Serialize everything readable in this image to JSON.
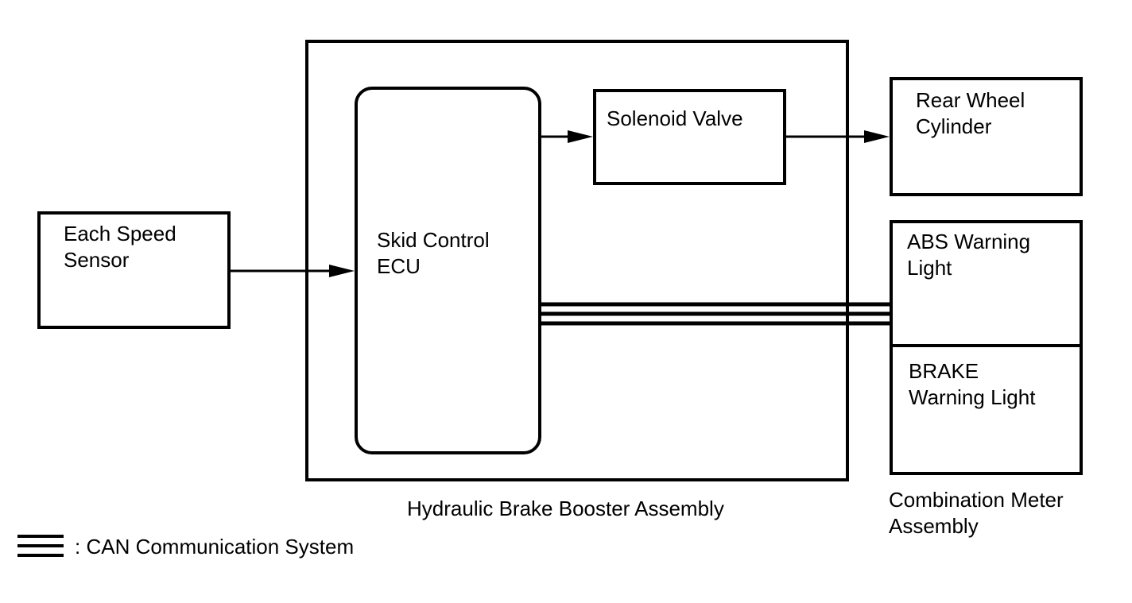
{
  "diagram": {
    "speed_sensor": {
      "line1": "Each Speed",
      "line2": "Sensor"
    },
    "skid_ecu": {
      "line1": "Skid Control",
      "line2": "ECU"
    },
    "solenoid_valve": {
      "label": "Solenoid Valve"
    },
    "rear_wheel_cylinder": {
      "line1": "Rear Wheel",
      "line2": "Cylinder"
    },
    "abs_warning_light": {
      "line1": "ABS Warning",
      "line2": "Light"
    },
    "brake_warning_light": {
      "line1": "BRAKE",
      "line2": "Warning Light"
    },
    "hydraulic_booster_caption": "Hydraulic Brake Booster Assembly",
    "combination_meter_caption": {
      "line1": "Combination Meter",
      "line2": "Assembly"
    }
  },
  "legend": {
    "can_label": ": CAN Communication System"
  },
  "colors": {
    "line": "#000000",
    "background": "#ffffff"
  }
}
